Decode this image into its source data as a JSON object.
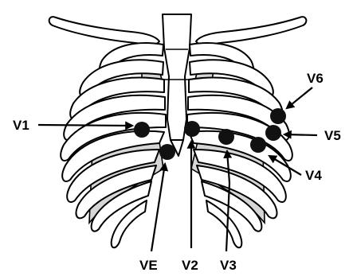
{
  "labels": {
    "v1": "V1",
    "v2": "V2",
    "v3": "V3",
    "v4": "V4",
    "v5": "V5",
    "v6": "V6",
    "ve": "VE"
  }
}
